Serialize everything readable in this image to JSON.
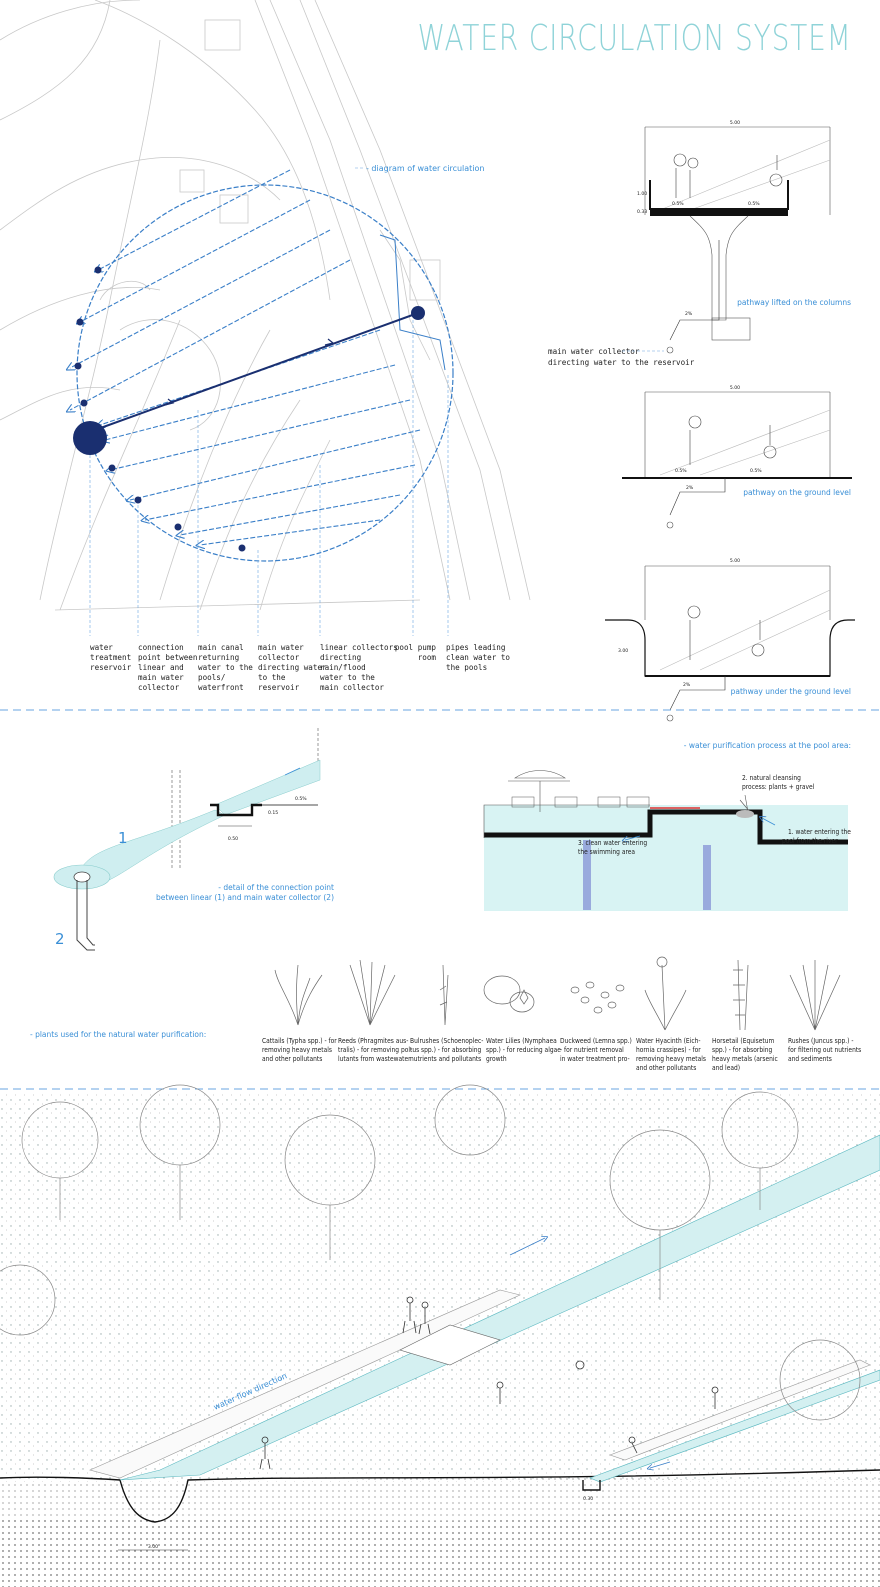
{
  "title": "WATER CIRCULATION SYSTEM",
  "diagram": {
    "caption": "- diagram of water circulation",
    "legend": [
      [
        "water",
        "treatment",
        "reservoir"
      ],
      [
        "connection",
        "point between",
        "linear and",
        "main water",
        "collector"
      ],
      [
        "main canal",
        "returning",
        "water to the",
        "pools/",
        "waterfront"
      ],
      [
        "main water",
        "collector",
        "directing water",
        "to the",
        "reservoir"
      ],
      [
        "linear collectors",
        "directing",
        "rain/flood",
        "water to the",
        "main collector"
      ],
      [
        "pool pump",
        "room"
      ],
      [
        "pipes leading",
        "clean water to",
        "the pools"
      ]
    ]
  },
  "sections": {
    "columns_caption": "pathway lifted on the columns",
    "ground_caption": "pathway on the ground level",
    "under_caption": "pathway under the ground level",
    "collector_note": [
      "main water collector",
      "directing water to the reservoir"
    ],
    "width_label": "5.00",
    "height_label_1": "1.00",
    "height_label_2": "0.33",
    "height_label_3": "3.00",
    "slope_left": "0.5%",
    "slope_right": "0.5%",
    "slope_pipe": "2%"
  },
  "detail": {
    "caption": [
      "- detail of the connection point",
      "between linear (1) and main water collector (2)"
    ],
    "num1": "1",
    "num2": "2",
    "width": "0.50",
    "depth": "0.15",
    "slope": "0.5%"
  },
  "purification": {
    "caption": "- water purification process at the pool area:",
    "step1": [
      "1. water entering the",
      "pool from the river"
    ],
    "step2": [
      "2. natural cleansing",
      "process: plants + gravel"
    ],
    "step3": [
      "3. clean water entering",
      "the swimming area"
    ]
  },
  "plants": {
    "caption": "- plants used for the natural water purification:",
    "items": [
      [
        "Cattails (Typha spp.) - for",
        "removing heavy metals",
        "and other pollutants"
      ],
      [
        "Reeds (Phragmites aus-",
        "tralis) - for removing pol-",
        "lutants from wastewater"
      ],
      [
        "Bulrushes (Schoenoplec-",
        "tus spp.) - for absorbing",
        "nutrients and pollutants"
      ],
      [
        "Water Lilies (Nymphaea",
        "spp.) - for reducing algae",
        "growth"
      ],
      [
        "Duckweed (Lemna spp.)",
        "- for nutrient removal",
        "in water treatment pro-"
      ],
      [
        "Water Hyacinth (Eich-",
        "hornia crassipes) - for",
        "removing heavy metals",
        "and other pollutants"
      ],
      [
        "Horsetail (Equisetum",
        "spp.) - for absorbing",
        "heavy metals (arsenic",
        "and lead)"
      ],
      [
        "Rushes (Juncus spp.) -",
        "for filtering out nutrients",
        "and sediments"
      ]
    ]
  },
  "aerial": {
    "flow_label": "water flow direction",
    "dim_left": "3.00",
    "dim_right": "0.30"
  }
}
